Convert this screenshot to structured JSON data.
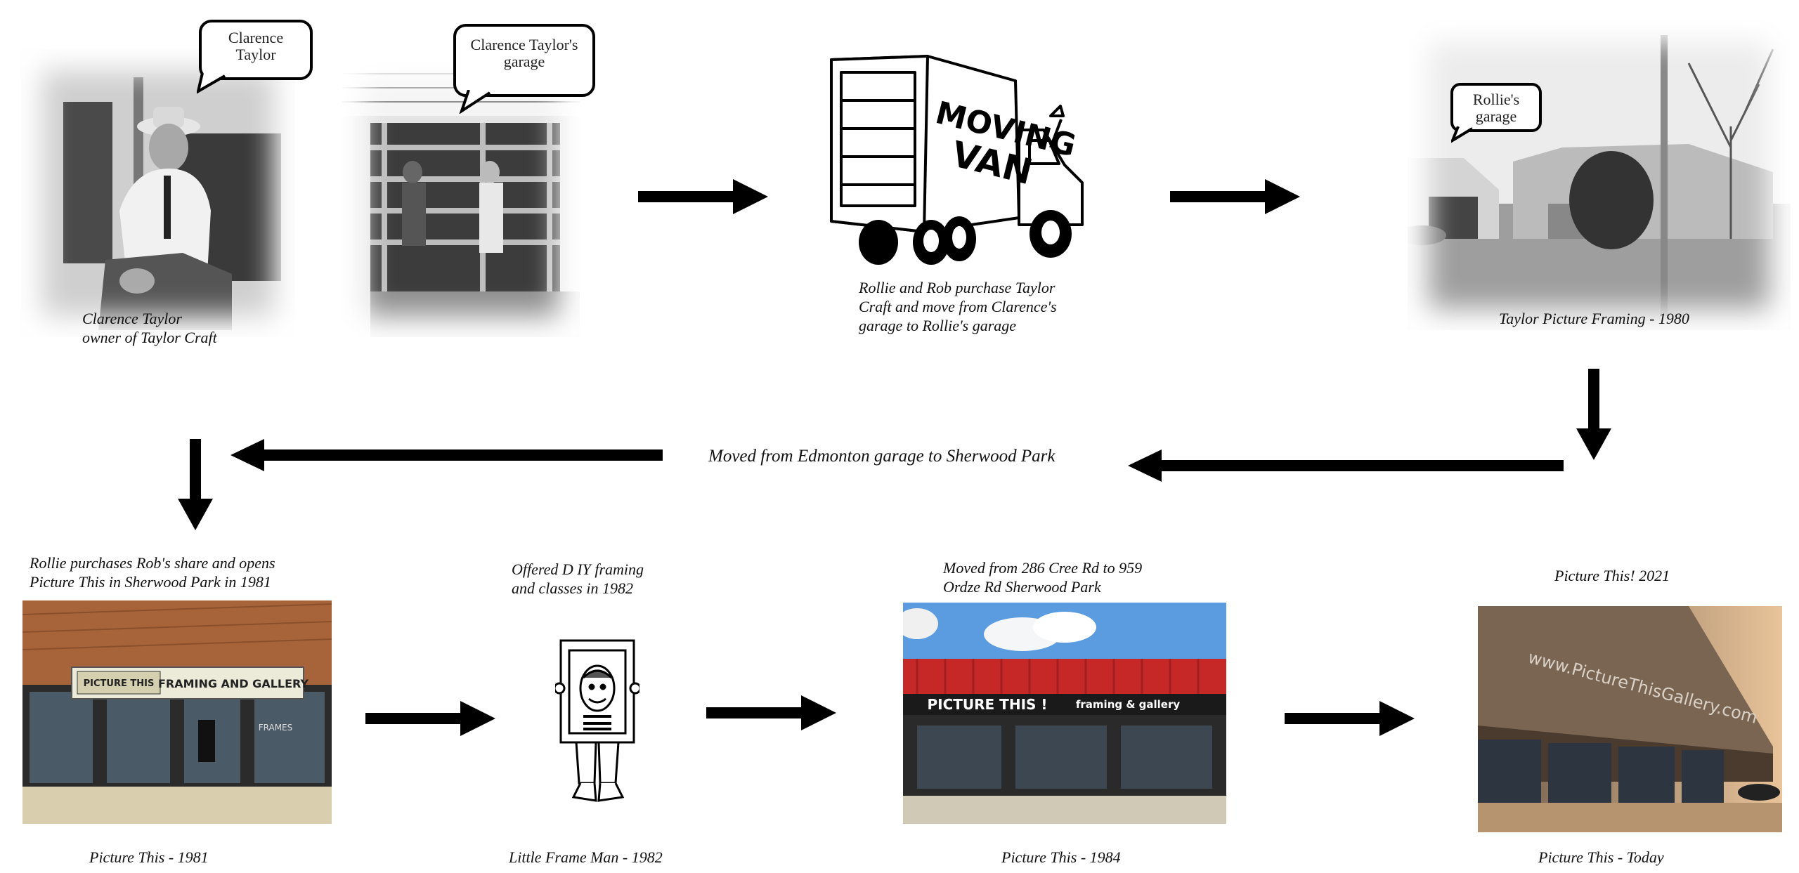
{
  "row1": {
    "clarence_bubble": [
      "Clarence",
      "Taylor"
    ],
    "garage_bubble": [
      "Clarence Taylor's",
      "garage"
    ],
    "clarence_caption": [
      "Clarence Taylor",
      "owner of Taylor Craft"
    ],
    "van_text": [
      "MOVING",
      "VAN"
    ],
    "van_caption": [
      "Rollie and Rob purchase Taylor",
      "Craft and move  from Clarence's",
      "garage to Rollie's garage"
    ],
    "rollie_bubble": [
      "Rollie's",
      "garage"
    ],
    "framing_caption": "Taylor Picture Framing - 1980"
  },
  "row2": {
    "move_caption": "Moved from Edmonton garage to Sherwood Park"
  },
  "row3": {
    "picture1981_top": [
      "Rollie purchases Rob's share and opens",
      "Picture This in Sherwood Park in 1981"
    ],
    "picture1981_sign_a": "PICTURE THIS",
    "picture1981_sign_b": "FRAMING AND GALLERY",
    "picture1981_window": "FRAMES",
    "picture1981_caption": "Picture This - 1981",
    "diy_top": [
      "Offered D IY framing",
      "and classes in 1982"
    ],
    "frame_man_caption": "Little Frame Man - 1982",
    "moved_top": [
      "Moved from 286 Cree Rd to 959",
      "Ordze Rd Sherwood Park"
    ],
    "picture1984_sign_a": "PICTURE THIS !",
    "picture1984_sign_b": "framing & gallery",
    "picture1984_caption": "Picture This - 1984",
    "today_top": "Picture This! 2021",
    "today_wall": "www.PictureThisGallery.com",
    "today_caption": "Picture This - Today"
  },
  "colors": {
    "arrow": "#000000",
    "awning_red": "#c62828",
    "sky": "#5b9be0"
  }
}
